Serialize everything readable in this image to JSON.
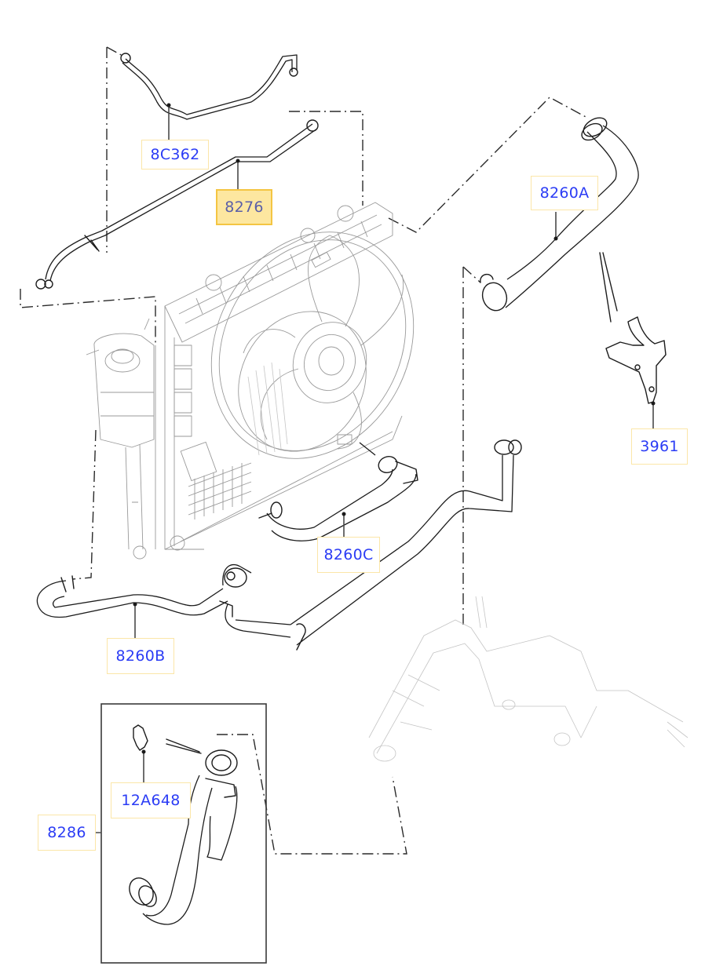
{
  "diagram": {
    "subject": "Engine cooling system – radiator, fan shroud and coolant hoses",
    "colors": {
      "label_text": "#2b3cf5",
      "label_border": "#fbe6a8",
      "selected_fill": "#fde7a0",
      "selected_border": "#f4c542",
      "selected_text": "#5a5fa8"
    },
    "callouts": [
      {
        "id": "c-8c362",
        "part_number": "8C362",
        "selected": false
      },
      {
        "id": "c-8276",
        "part_number": "8276",
        "selected": true
      },
      {
        "id": "c-8260a",
        "part_number": "8260A",
        "selected": false
      },
      {
        "id": "c-3961",
        "part_number": "3961",
        "selected": false
      },
      {
        "id": "c-8260c",
        "part_number": "8260C",
        "selected": false
      },
      {
        "id": "c-8260b",
        "part_number": "8260B",
        "selected": false
      },
      {
        "id": "c-12a648",
        "part_number": "12A648",
        "selected": false
      },
      {
        "id": "c-8286",
        "part_number": "8286",
        "selected": false
      }
    ]
  }
}
